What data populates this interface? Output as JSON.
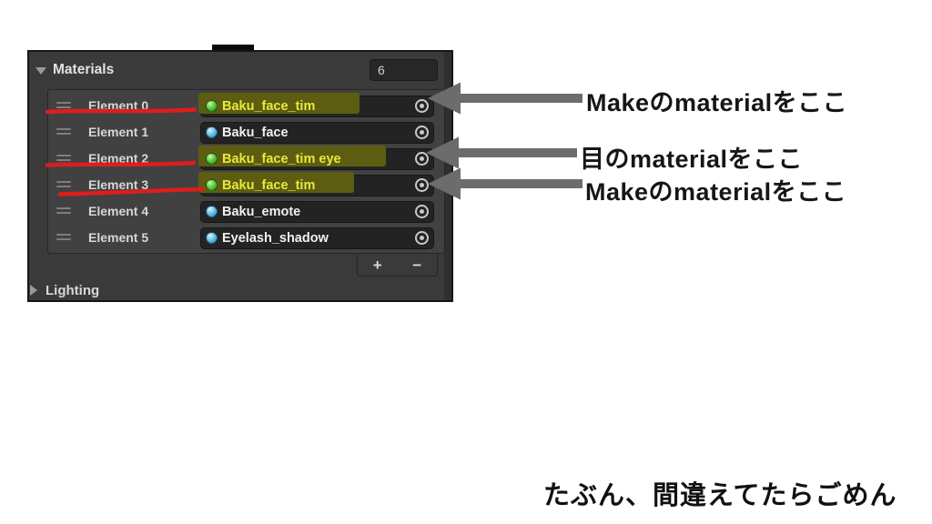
{
  "panel": {
    "title": "Materials",
    "count": "6",
    "add_label": "+",
    "remove_label": "−",
    "lighting_title": "Lighting",
    "elements": [
      {
        "label": "Element 0",
        "material": "Baku_face_tim",
        "sphere": "green",
        "highlighted": true,
        "underlined": true,
        "highlight_width": 177
      },
      {
        "label": "Element 1",
        "material": "Baku_face",
        "sphere": "blue",
        "highlighted": false,
        "underlined": false,
        "highlight_width": 0
      },
      {
        "label": "Element 2",
        "material": "Baku_face_tim eye",
        "sphere": "green",
        "highlighted": true,
        "underlined": true,
        "highlight_width": 206
      },
      {
        "label": "Element 3",
        "material": "Baku_face_tim",
        "sphere": "green",
        "highlighted": true,
        "underlined": true,
        "highlight_width": 171
      },
      {
        "label": "Element 4",
        "material": "Baku_emote",
        "sphere": "blue",
        "highlighted": false,
        "underlined": false,
        "highlight_width": 0
      },
      {
        "label": "Element 5",
        "material": "Eyelash_shadow",
        "sphere": "blue",
        "highlighted": false,
        "underlined": false,
        "highlight_width": 0
      }
    ]
  },
  "annotations": {
    "arrow_labels": [
      {
        "text": "Makeのmaterialをここ"
      },
      {
        "text": "目のmaterialをここ"
      },
      {
        "text": "Makeのmaterialをここ"
      }
    ],
    "caption": "たぶん、間違えてたらごめん"
  },
  "colors": {
    "panel_bg": "#3a3a3a",
    "field_bg": "#232323",
    "accent_red": "#df1d1d",
    "highlight_olive": "#5d5d12",
    "highlight_text": "#e9e93a",
    "arrow_gray": "#6c6c6c",
    "sphere_green": "#49c431",
    "sphere_blue": "#54b8e4",
    "annotation_text": "#161616"
  },
  "icons": {
    "foldout_open": "triangle-down",
    "foldout_closed": "triangle-right",
    "drag_handle": "two-bars",
    "material_preview": "sphere",
    "object_picker": "circled-dot"
  }
}
